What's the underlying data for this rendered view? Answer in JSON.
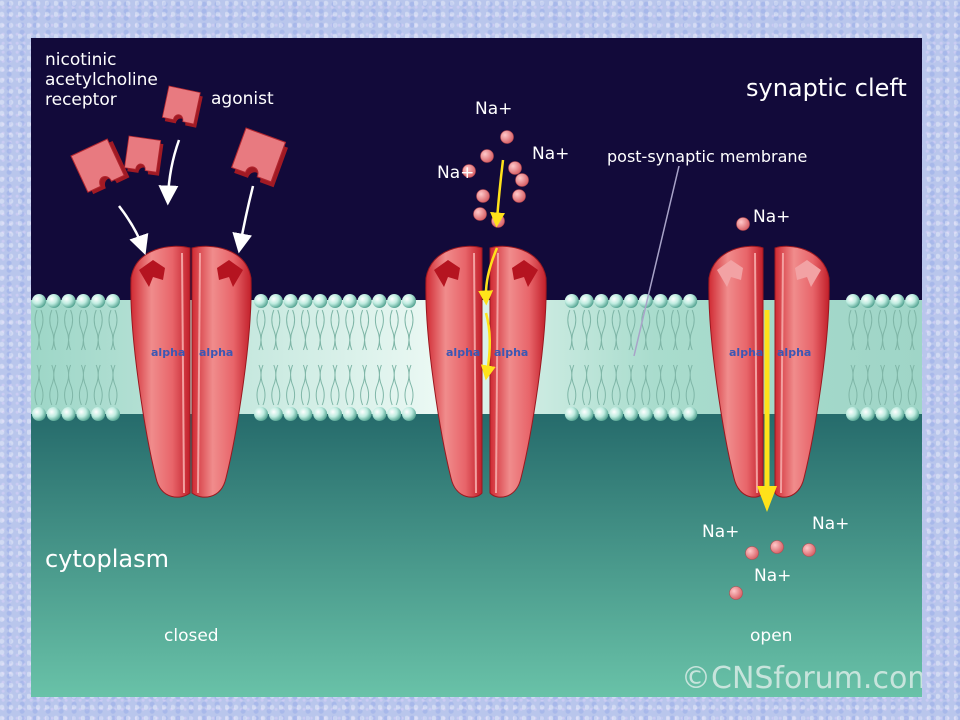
{
  "labels": {
    "receptor_name": [
      "nicotinic",
      "acetylcholine",
      "receptor"
    ],
    "agonist": "agonist",
    "synaptic_cleft": "synaptic cleft",
    "post_synaptic_membrane": "post-synaptic membrane",
    "cytoplasm": "cytoplasm",
    "closed": "closed",
    "open": "open",
    "sodium": "Na+",
    "subunit": "alpha"
  },
  "watermark": "©CNSforum.com",
  "colors": {
    "cleft": "#120a3a",
    "membrane": "#cfe9e1",
    "cytoplasm_top": "#24696a",
    "cytoplasm_bottom": "#69c2a8",
    "receptor": "#e8575a",
    "receptor_dark": "#c8202a",
    "agonist": "#e8747a",
    "ion": "#ef8b8e",
    "flow_arrow": "#ffe21a",
    "bead": "#b3e8d9"
  }
}
